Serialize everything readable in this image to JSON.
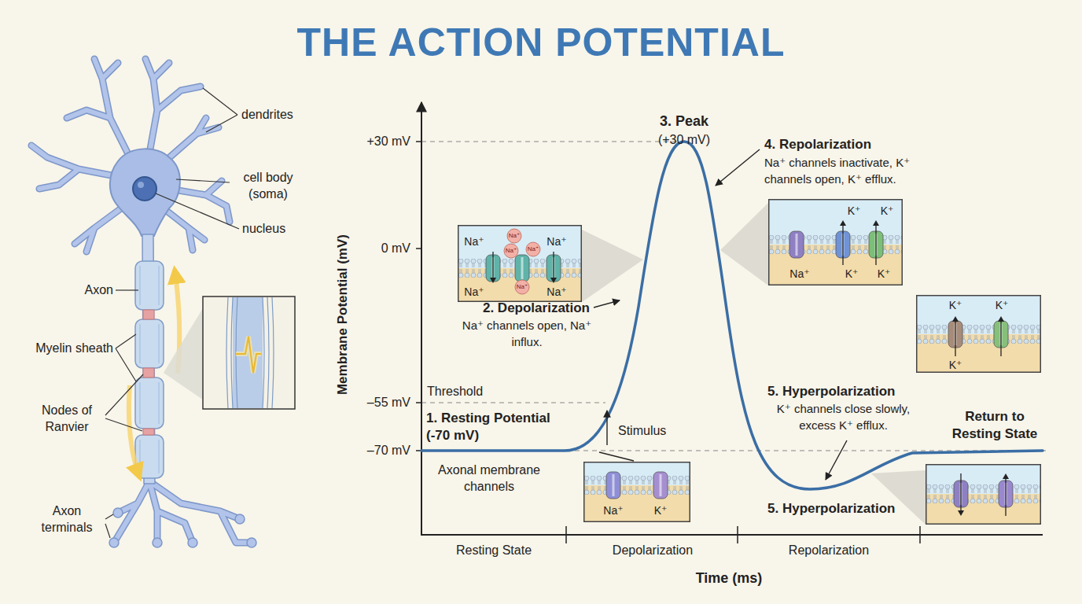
{
  "diagram": {
    "title": "THE ACTION POTENTIAL",
    "nodes": [
      {
        "text": [
          "Na⁺",
          "Na⁺",
          "Na⁺",
          "Na⁺",
          "Na⁺",
          "Na⁺",
          "Na⁺",
          "Na⁺"
        ]
      },
      {
        "text": [
          "K⁺",
          "K⁺",
          "Na⁺",
          "K⁺",
          "K⁺"
        ]
      },
      {
        "text": [
          "K⁺",
          "K⁺",
          "K⁺"
        ]
      },
      {
        "text": [
          "Na⁺",
          "K⁺"
        ]
      }
    ],
    "labels": [
      "dendrites",
      "cell body (soma)",
      "nucleus",
      "Axon",
      "Myelin sheath",
      "Nodes of Ranvier",
      "Axon terminals",
      "3. Peak",
      "(+30 mV)",
      "+30 mV",
      "0 mV",
      "–55 mV",
      "–70 mV",
      "Threshold",
      "Membrane Potential (mV)",
      "4. Repolarization",
      "Na⁺ channels inactivate, K⁺ channels open, K⁺ efflux.",
      "2. Depolarization",
      "Na⁺ channels open, Na⁺ influx.",
      "1. Resting Potential (-70 mV)",
      "Stimulus",
      "Axonal membrane channels",
      "5. Hyperpolarization",
      "K⁺ channels close slowly, excess K⁺ efflux.",
      "Return to Resting State",
      "5. Hyperpolarization",
      "Resting State",
      "Depolarization",
      "Repolarization",
      "Time (ms)"
    ]
  }
}
